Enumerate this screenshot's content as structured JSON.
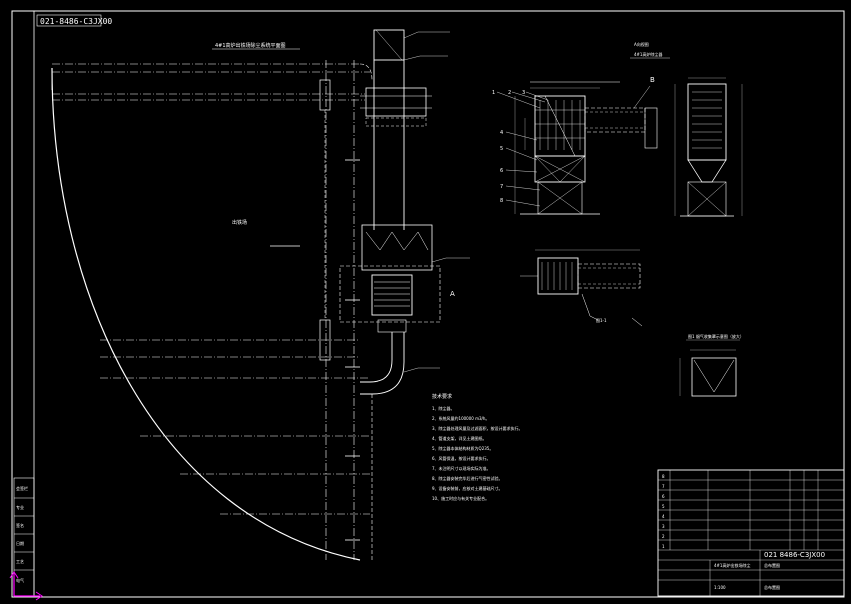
{
  "drawing_number": "021-8486-C3JX00",
  "drawing_number_title": "0218486-C3JX00",
  "sheet_label": "总布置图",
  "main_view_title": "4#1高炉出铁场除尘系统平面图",
  "center_label": "出铁场",
  "side_view_a_title": "A向视图",
  "side_view_a_subtitle": "4#1高炉除尘器",
  "section_view_title": "图1-1",
  "small_detail_title": "图1  烟气收集罩示意图（放大）",
  "part_numbers": [
    "1",
    "2",
    "3",
    "4",
    "5",
    "6",
    "7",
    "8"
  ],
  "annot_a": "A",
  "annot_b": "B",
  "notes_title": "技术要求",
  "notes": [
    "1、除尘器。",
    "2、系统风量约100000 m3/h。",
    "3、除尘器处理风量及过滤面积，按设计要求执行。",
    "4、管道支架，详见土建图纸。",
    "5、除尘器本体结构材质为Q235。",
    "6、风管保温，按设计要求执行。",
    "7、未注明尺寸以现场实际为准。",
    "8、除尘器安装完毕后进行气密性试验。",
    "9、设备安装前，应核对土建基础尺寸。",
    "10、施工时应与有关专业配合。"
  ],
  "title_block": {
    "project": "4#1高炉出铁场除尘",
    "drawing_name": "总布置图",
    "number": "021 8486-C3JX00",
    "scale": "1:100"
  },
  "left_strip": [
    "会签栏",
    "专业",
    "签名",
    "日期",
    "工艺",
    "电气"
  ],
  "colors": {
    "line": "#ffffff",
    "hidden": "#9fa6ff",
    "accent": "#ff00ff"
  }
}
